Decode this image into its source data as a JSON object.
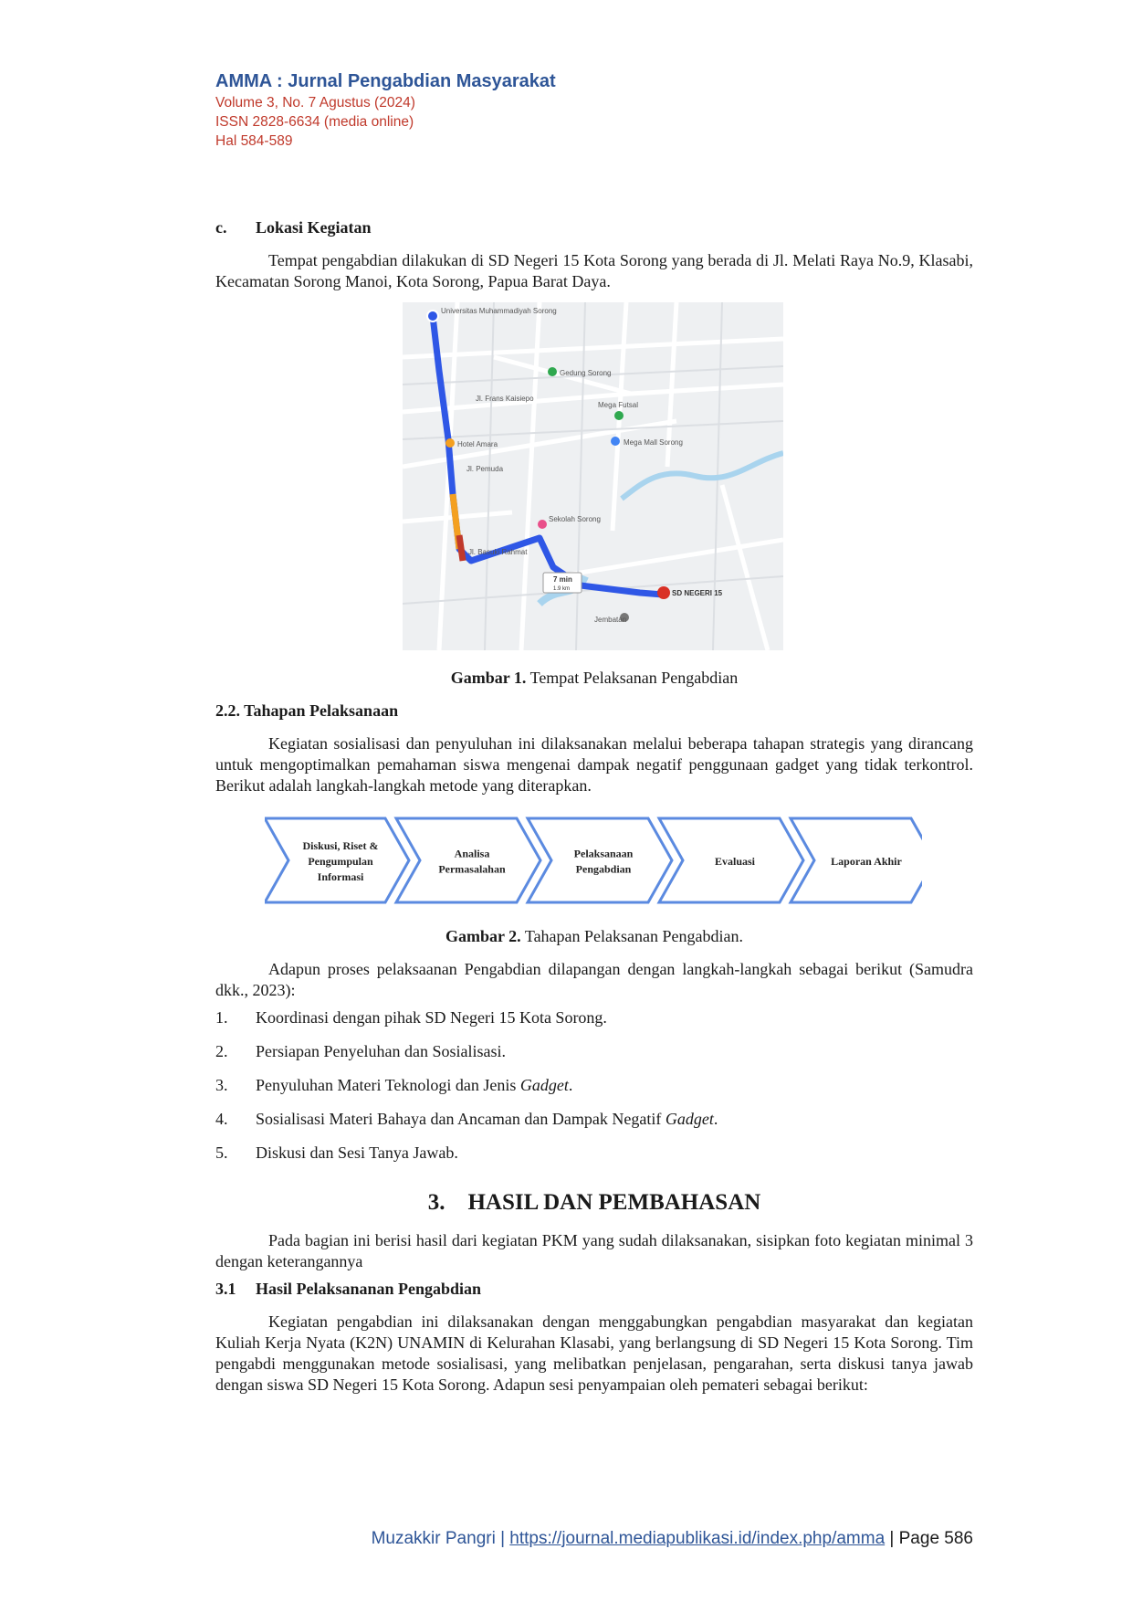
{
  "header": {
    "journal_title": "AMMA : Jurnal Pengabdian Masyarakat",
    "volume": "Volume 3, No. 7 Agustus (2024)",
    "issn": "ISSN 2828-6634 (media online)",
    "pages": "Hal 584-589"
  },
  "section_c": {
    "label": "c.",
    "title": "Lokasi Kegiatan",
    "paragraph": "Tempat pengabdian dilakukan di SD Negeri 15 Kota Sorong yang berada di Jl. Melati Raya No.9, Klasabi, Kecamatan Sorong Manoi, Kota Sorong, Papua Barat Daya."
  },
  "map": {
    "origin_label": "Universitas Muhammadiyah Sorong",
    "destination_label": "SD NEGERI 15",
    "route_time": "7 min",
    "route_distance": "1.9 km",
    "places": [
      "Gedung Sorong",
      "Mega Futsal",
      "Mega Mall Sorong",
      "Hotel Amara",
      "Sekolah Sorong",
      "Jembatan",
      "Jl. Pemuda",
      "Jl. Basuki Rahmat",
      "Jl. Frans Kaisiepo"
    ]
  },
  "figure1": {
    "label": "Gambar 1.",
    "text": " Tempat Pelaksanan Pengabdian"
  },
  "section_2_2": {
    "title": "2.2. Tahapan Pelaksanaan",
    "paragraph": "Kegiatan sosialisasi dan penyuluhan ini dilaksanakan melalui beberapa tahapan strategis yang dirancang untuk mengoptimalkan pemahaman siswa mengenai dampak negatif penggunaan gadget yang tidak terkontrol. Berikut adalah langkah-langkah metode yang diterapkan."
  },
  "flow_steps": [
    [
      "Diskusi, Riset &",
      "Pengumpulan",
      "Informasi"
    ],
    [
      "Analisa",
      "Permasalahan"
    ],
    [
      "Pelaksanaan",
      "Pengabdian"
    ],
    [
      "Evaluasi"
    ],
    [
      "Laporan Akhir"
    ]
  ],
  "figure2": {
    "label": "Gambar 2.",
    "text": " Tahapan Pelaksanan Pengabdian."
  },
  "intro_steps": "Adapun proses pelaksaanan Pengabdian dilapangan dengan langkah-langkah sebagai berikut (Samudra dkk., 2023):",
  "steps": [
    {
      "num": "1.",
      "text": "Koordinasi dengan pihak SD Negeri 15 Kota Sorong.",
      "em": "",
      "tail": ""
    },
    {
      "num": "2.",
      "text": "Persiapan Penyeluhan dan Sosialisasi.",
      "em": "",
      "tail": ""
    },
    {
      "num": "3.",
      "text": "Penyuluhan Materi Teknologi dan Jenis ",
      "em": "Gadget",
      "tail": "."
    },
    {
      "num": "4.",
      "text": "Sosialisasi Materi Bahaya dan Ancaman dan Dampak Negatif ",
      "em": "Gadget",
      "tail": "."
    },
    {
      "num": "5.",
      "text": "Diskusi dan Sesi Tanya Jawab.",
      "em": "",
      "tail": ""
    }
  ],
  "section_3": {
    "title": "3.    HASIL DAN PEMBAHASAN",
    "paragraph": "Pada bagian ini berisi hasil dari kegiatan PKM yang sudah dilaksanakan, sisipkan foto kegiatan minimal 3 dengan keterangannya"
  },
  "section_3_1": {
    "num": "3.1",
    "title": "Hasil Pelaksananan Pengabdian",
    "paragraph": "Kegiatan pengabdian ini dilaksanakan dengan menggabungkan pengabdian masyarakat dan kegiatan Kuliah Kerja Nyata (K2N) UNAMIN di Kelurahan Klasabi, yang berlangsung di SD Negeri 15 Kota Sorong. Tim pengabdi menggunakan metode sosialisasi, yang melibatkan penjelasan, pengarahan, serta diskusi tanya jawab dengan siswa SD Negeri 15 Kota Sorong. Adapun sesi penyampaian oleh pemateri sebagai berikut:"
  },
  "footer": {
    "author": "Muzakkir Pangri | ",
    "url": "https://journal.mediapublikasi.id/index.php/amma",
    "page": " | Page 586"
  }
}
